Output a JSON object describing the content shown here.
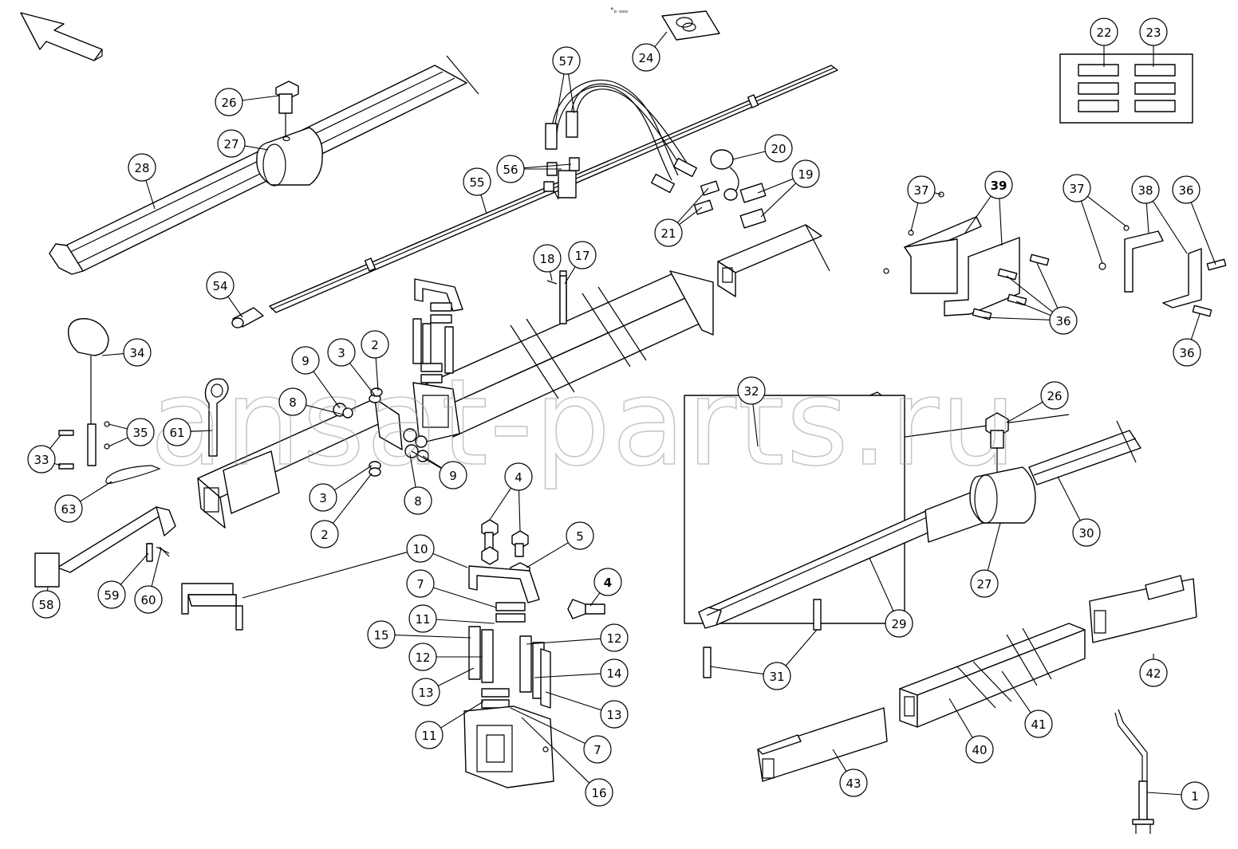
{
  "diagram": {
    "watermark": "ansat-parts.ru",
    "corner_text": "°ₒ ₒₒₒ",
    "callouts": [
      {
        "id": "c22",
        "text": "22",
        "bold": false
      },
      {
        "id": "c23",
        "text": "23",
        "bold": false
      },
      {
        "id": "c24",
        "text": "24",
        "bold": false
      },
      {
        "id": "c57",
        "text": "57",
        "bold": false
      },
      {
        "id": "c26a",
        "text": "26",
        "bold": false
      },
      {
        "id": "c27a",
        "text": "27",
        "bold": false
      },
      {
        "id": "c28",
        "text": "28",
        "bold": false
      },
      {
        "id": "c56",
        "text": "56",
        "bold": false
      },
      {
        "id": "c55",
        "text": "55",
        "bold": false
      },
      {
        "id": "c20",
        "text": "20",
        "bold": false
      },
      {
        "id": "c19",
        "text": "19",
        "bold": false
      },
      {
        "id": "c21",
        "text": "21",
        "bold": false
      },
      {
        "id": "c37a",
        "text": "37",
        "bold": false
      },
      {
        "id": "c39",
        "text": "39",
        "bold": true
      },
      {
        "id": "c37b",
        "text": "37",
        "bold": false
      },
      {
        "id": "c38",
        "text": "38",
        "bold": false
      },
      {
        "id": "c36a",
        "text": "36",
        "bold": false
      },
      {
        "id": "c36b",
        "text": "36",
        "bold": false
      },
      {
        "id": "c36c",
        "text": "36",
        "bold": false
      },
      {
        "id": "c54",
        "text": "54",
        "bold": false
      },
      {
        "id": "c18",
        "text": "18",
        "bold": false
      },
      {
        "id": "c17",
        "text": "17",
        "bold": false
      },
      {
        "id": "c34",
        "text": "34",
        "bold": false
      },
      {
        "id": "c9a",
        "text": "9",
        "bold": false
      },
      {
        "id": "c3a",
        "text": "3",
        "bold": false
      },
      {
        "id": "c2a",
        "text": "2",
        "bold": false
      },
      {
        "id": "c8a",
        "text": "8",
        "bold": false
      },
      {
        "id": "c32",
        "text": "32",
        "bold": false
      },
      {
        "id": "c26b",
        "text": "26",
        "bold": false
      },
      {
        "id": "c35",
        "text": "35",
        "bold": false
      },
      {
        "id": "c61",
        "text": "61",
        "bold": false
      },
      {
        "id": "c33",
        "text": "33",
        "bold": false
      },
      {
        "id": "c9b",
        "text": "9",
        "bold": false
      },
      {
        "id": "c3b",
        "text": "3",
        "bold": false
      },
      {
        "id": "c8b",
        "text": "8",
        "bold": false
      },
      {
        "id": "c63",
        "text": "63",
        "bold": false
      },
      {
        "id": "c2b",
        "text": "2",
        "bold": false
      },
      {
        "id": "c4a",
        "text": "4",
        "bold": false
      },
      {
        "id": "c30",
        "text": "30",
        "bold": false
      },
      {
        "id": "c5",
        "text": "5",
        "bold": false
      },
      {
        "id": "c10",
        "text": "10",
        "bold": false
      },
      {
        "id": "c27b",
        "text": "27",
        "bold": false
      },
      {
        "id": "c4b",
        "text": "4",
        "bold": true
      },
      {
        "id": "c7a",
        "text": "7",
        "bold": false
      },
      {
        "id": "c59",
        "text": "59",
        "bold": false
      },
      {
        "id": "c60",
        "text": "60",
        "bold": false
      },
      {
        "id": "c58",
        "text": "58",
        "bold": false
      },
      {
        "id": "c29",
        "text": "29",
        "bold": false
      },
      {
        "id": "c11a",
        "text": "11",
        "bold": false
      },
      {
        "id": "c15",
        "text": "15",
        "bold": false
      },
      {
        "id": "c12a",
        "text": "12",
        "bold": false
      },
      {
        "id": "c12b",
        "text": "12",
        "bold": false
      },
      {
        "id": "c14",
        "text": "14",
        "bold": false
      },
      {
        "id": "c13a",
        "text": "13",
        "bold": false
      },
      {
        "id": "c31",
        "text": "31",
        "bold": false
      },
      {
        "id": "c42",
        "text": "42",
        "bold": false
      },
      {
        "id": "c13b",
        "text": "13",
        "bold": false
      },
      {
        "id": "c41",
        "text": "41",
        "bold": false
      },
      {
        "id": "c11b",
        "text": "11",
        "bold": false
      },
      {
        "id": "c7b",
        "text": "7",
        "bold": false
      },
      {
        "id": "c40",
        "text": "40",
        "bold": false
      },
      {
        "id": "c43",
        "text": "43",
        "bold": false
      },
      {
        "id": "c16",
        "text": "16",
        "bold": false
      },
      {
        "id": "c1",
        "text": "1",
        "bold": false
      }
    ]
  }
}
